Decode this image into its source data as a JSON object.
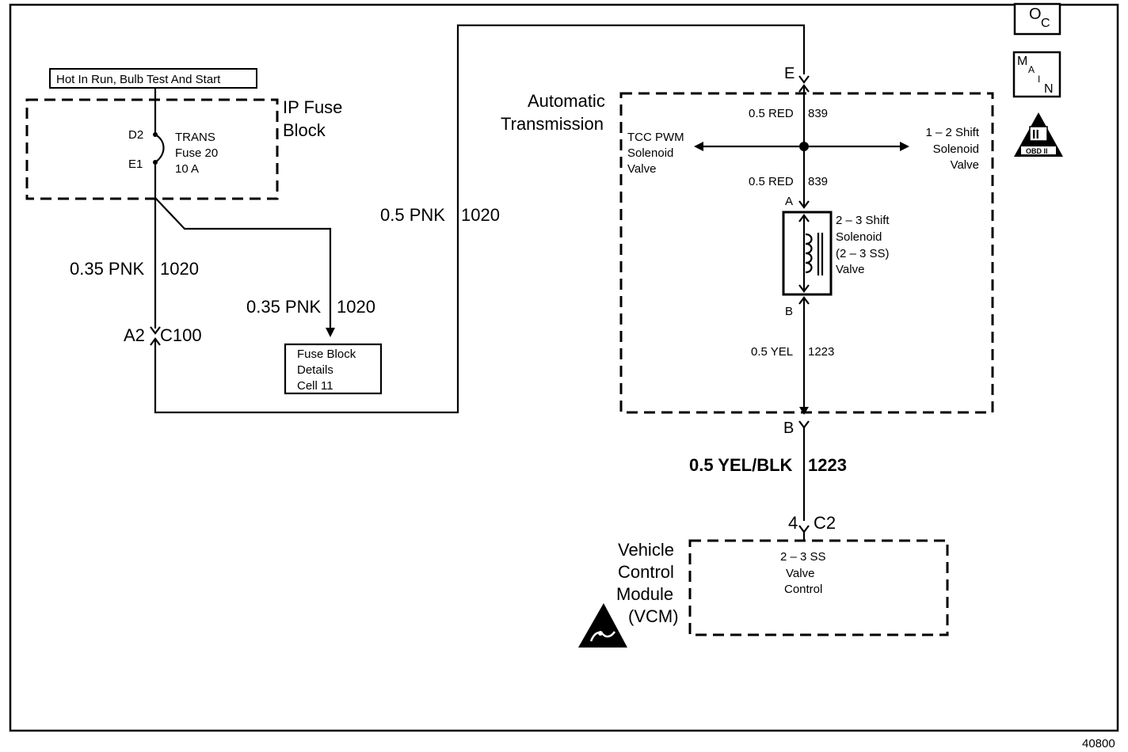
{
  "page_number": "40800",
  "icons": {
    "oc": {
      "big": "O",
      "small": "C"
    },
    "main": {
      "m": "M",
      "a": "A",
      "i": "I",
      "n": "N"
    },
    "obd": {
      "roman": "II",
      "label": "OBD II"
    }
  },
  "power_label": "Hot In Run, Bulb Test And Start",
  "ip_fuse_block": {
    "name_line1": "IP Fuse",
    "name_line2": "Block",
    "pin_top": "D2",
    "pin_bottom": "E1",
    "fuse_line1": "TRANS",
    "fuse_line2": "Fuse 20",
    "fuse_line3": "10 A"
  },
  "wires": {
    "w_left": {
      "gauge": "0.35 PNK",
      "circuit": "1020"
    },
    "w_fuse_details": {
      "gauge": "0.35 PNK",
      "circuit": "1020"
    },
    "w_tall": {
      "gauge": "0.5 PNK",
      "circuit": "1020"
    },
    "w_red_top": {
      "gauge": "0.5 RED",
      "circuit": "839"
    },
    "w_red_mid": {
      "gauge": "0.5 RED",
      "circuit": "839"
    },
    "w_yel": {
      "gauge": "0.5 YEL",
      "circuit": "1223"
    },
    "w_yelblk": {
      "gauge": "0.5 YEL/BLK",
      "circuit": "1223"
    }
  },
  "c100": {
    "pin": "A2",
    "name": "C100"
  },
  "fuse_block_details": {
    "line1": "Fuse Block",
    "line2": "Details",
    "line3": "Cell 11"
  },
  "auto_trans": {
    "name_line1": "Automatic",
    "name_line2": "Transmission",
    "pin_e": "E",
    "pin_a": "A",
    "pin_b_inner": "B",
    "pin_b_outer": "B",
    "tcc_line1": "TCC PWM",
    "tcc_line2": "Solenoid",
    "tcc_line3": "Valve",
    "shift12_line1": "1 – 2 Shift",
    "shift12_line2": "Solenoid",
    "shift12_line3": "Valve",
    "shift23_line1": "2 – 3 Shift",
    "shift23_line2": "Solenoid",
    "shift23_line3": "(2 – 3 SS)",
    "shift23_line4": "Valve"
  },
  "vcm": {
    "name_line1": "Vehicle",
    "name_line2": "Control",
    "name_line3": "Module",
    "name_line4": "(VCM)",
    "pin": "4",
    "connector": "C2",
    "inner_line1": "2 – 3 SS",
    "inner_line2": "Valve",
    "inner_line3": "Control"
  }
}
